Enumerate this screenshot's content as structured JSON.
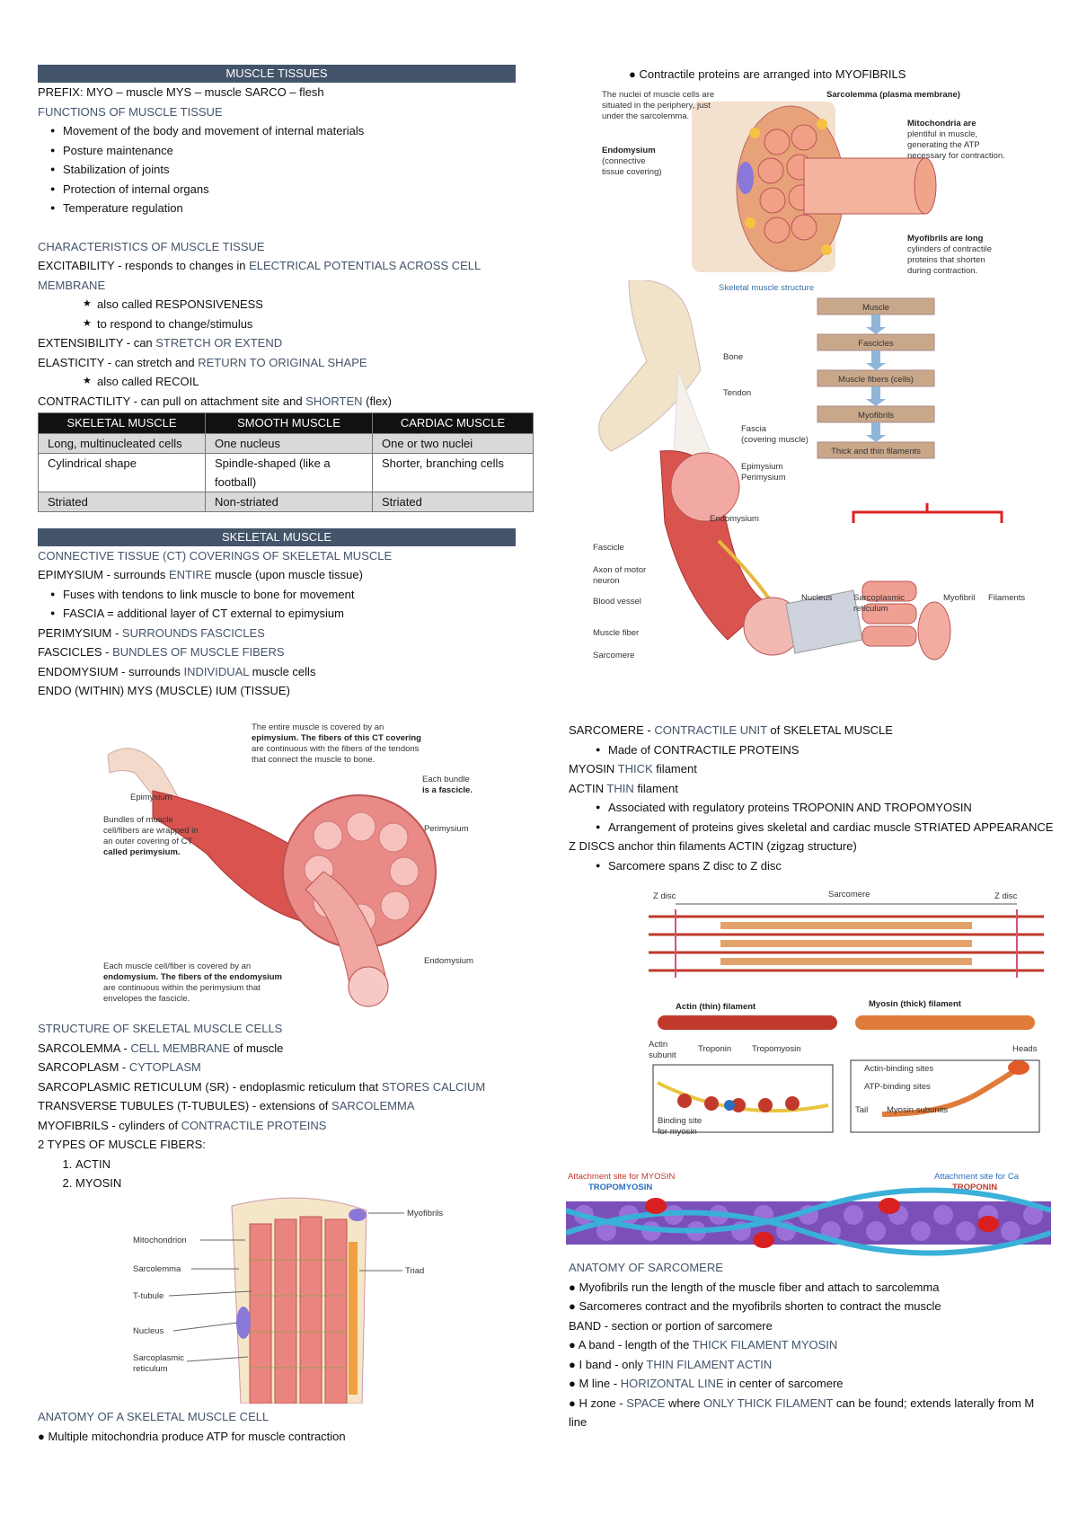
{
  "left": {
    "title": "MUSCLE TISSUES",
    "prefix_line": "PREFIX: MYO – muscle  MYS – muscle  SARCO – flesh",
    "functions_heading": "FUNCTIONS OF MUSCLE TISSUE",
    "functions": [
      "Movement of the body and movement of internal materials",
      "Posture maintenance",
      "Stabilization of joints",
      "Protection of internal organs",
      "Temperature regulation"
    ],
    "char_heading": "CHARACTERISTICS OF MUSCLE TISSUE",
    "excitability": {
      "term": "EXCITABILITY",
      "mid": " - responds to changes in ",
      "hl": "ELECTRICAL POTENTIALS ACROSS CELL MEMBRANE"
    },
    "excitability_notes": [
      "also called RESPONSIVENESS",
      "to respond to change/stimulus"
    ],
    "extensibility": {
      "term": "EXTENSIBILITY",
      "mid": " - can ",
      "hl": "STRETCH OR EXTEND"
    },
    "elasticity": {
      "term": "ELASTICITY",
      "mid": " - can stretch and ",
      "hl": "RETURN TO ORIGINAL SHAPE"
    },
    "elasticity_notes": [
      "also called RECOIL"
    ],
    "contractility": {
      "term": "CONTRACTILITY",
      "mid": " - can pull on attachment site and ",
      "hl": "SHORTEN",
      "tail": " (flex)"
    },
    "table": {
      "headers": [
        "SKELETAL MUSCLE",
        "SMOOTH MUSCLE",
        "CARDIAC MUSCLE"
      ],
      "rows": [
        [
          "Long, multinucleated cells",
          "One nucleus",
          "One or two nuclei"
        ],
        [
          "Cylindrical shape",
          "Spindle-shaped (like a football)",
          "Shorter, branching cells"
        ],
        [
          "Striated",
          "Non-striated",
          "Striated"
        ]
      ]
    },
    "skeletal_title": "SKELETAL MUSCLE",
    "ct_heading": "CONNECTIVE TISSUE (CT) COVERINGS OF SKELETAL MUSCLE",
    "epimysium": {
      "term": "EPIMYSIUM",
      "mid": " - surrounds ",
      "hl": "ENTIRE",
      "tail": " muscle (upon muscle tissue)"
    },
    "epimysium_notes": [
      "Fuses with tendons to link muscle to bone for movement",
      "FASCIA = additional layer of CT external to epimysium"
    ],
    "perimysium": {
      "term": "PERIMYSIUM",
      "mid": " - ",
      "hl": "SURROUNDS FASCICLES"
    },
    "fascicles": {
      "term": "FASCICLES",
      "mid": " - ",
      "hl": "BUNDLES OF MUSCLE FIBERS"
    },
    "endomysium": {
      "term": "ENDOMYSIUM",
      "mid": " - surrounds ",
      "hl": "INDIVIDUAL",
      "tail": " muscle cells"
    },
    "endo_line": "ENDO (WITHIN) MYS (MUSCLE) IUM (TISSUE)",
    "fig1": {
      "l1": "The entire muscle is covered by an",
      "l2": "epimysium. The fibers of this CT covering",
      "l3": "are continuous with the fibers of the tendons",
      "l4": "that connect the muscle to bone.",
      "epimysium": "Epimysium",
      "bundles1": "Bundles of muscle",
      "bundles2": "cell/fibers are wrapped in",
      "bundles3": "an outer covering of CT",
      "bundles4": "called perimysium.",
      "each1": "Each bundle",
      "each2": "is a fascicle.",
      "perimysium": "Perimysium",
      "endo1": "Each muscle cell/fiber is covered by an",
      "endo2": "endomysium. The fibers of the endomysium",
      "endo3": "are continuous within the perimysium that",
      "endo4": "envelopes the fascicle.",
      "endomysium": "Endomysium"
    },
    "structure_heading": "STRUCTURE OF SKELETAL MUSCLE CELLS",
    "sarcolemma": {
      "term": "SARCOLEMMA",
      "mid": " - ",
      "hl": "CELL MEMBRANE",
      "tail": " of muscle"
    },
    "sarcoplasm": {
      "term": "SARCOPLASM",
      "mid": " - ",
      "hl": "CYTOPLASM"
    },
    "sr": {
      "term": "SARCOPLASMIC RETICULUM (SR)",
      "mid": " - endoplasmic reticulum that ",
      "hl": "STORES CALCIUM"
    },
    "tt": {
      "term": "TRANSVERSE TUBULES (T-TUBULES)",
      "mid": " - extensions of ",
      "hl": "SARCOLEMMA"
    },
    "myo": {
      "term": "MYOFIBRILS",
      "mid": " - cylinders of ",
      "hl": "CONTRACTILE PROTEINS"
    },
    "types_heading": "2 TYPES OF MUSCLE FIBERS:",
    "types": [
      "ACTIN",
      "MYOSIN"
    ],
    "fig2": {
      "myofibrils": "Myofibrils",
      "mitochondrion": "Mitochondrion",
      "sarcolemma": "Sarcolemma",
      "triad": "Triad",
      "ttubule": "T-tubule",
      "nucleus": "Nucleus",
      "sr1": "Sarcoplasmic",
      "sr2": "reticulum"
    },
    "anatomy_cell_heading": "ANATOMY OF A SKELETAL MUSCLE CELL",
    "anatomy_cell_notes": [
      "Multiple mitochondria produce ATP for muscle contraction"
    ]
  },
  "right": {
    "top_note": "Contractile proteins are arranged into MYOFIBRILS",
    "fig3": {
      "nuclei1": "The nuclei of muscle cells are",
      "nuclei2": "situated in the periphery, just",
      "nuclei3": "under the sarcolemma.",
      "sarcolemma": "Sarcolemma (plasma membrane)",
      "mito1": "Mitochondria are",
      "mito2": "plentiful in muscle,",
      "mito3": "generating the ATP",
      "mito4": "necessary for contraction.",
      "endo1": "Endomysium",
      "endo2": "(connective",
      "endo3": "tissue covering)",
      "myo1": "Myofibrils are long",
      "myo2": "cylinders of contractile",
      "myo3": "proteins that shorten",
      "myo4": "during contraction.",
      "caption": "Skeletal muscle structure"
    },
    "fig4": {
      "bone": "Bone",
      "tendon": "Tendon",
      "fascia1": "Fascia",
      "fascia2": "(covering muscle)",
      "epimysium": "Epimysium",
      "perimysium": "Perimysium",
      "endomysium": "Endomysium",
      "fascicle": "Fascicle",
      "axon1": "Axon of motor",
      "axon2": "neuron",
      "blood": "Blood vessel",
      "fiber": "Muscle fiber",
      "sarcomere": "Sarcomere",
      "nucleus": "Nucleus",
      "sr1": "Sarcoplasmic",
      "sr2": "reticulum",
      "myofibril": "Myofibril",
      "filaments": "Filaments",
      "flow": [
        "Muscle",
        "Fascicles",
        "Muscle fibers (cells)",
        "Myofibrils",
        "Thick and thin filaments"
      ]
    },
    "sarcomere": {
      "term": "SARCOMERE",
      "mid": " - ",
      "hl": "CONTRACTILE UNIT",
      "tail": " of SKELETAL MUSCLE"
    },
    "sarcomere_notes": [
      "Made of CONTRACTILE PROTEINS"
    ],
    "myosin": {
      "term": "MYOSIN",
      "hl": " THICK",
      "tail": " filament"
    },
    "actin": {
      "term": "ACTIN",
      "hl": " THIN",
      "tail": " filament"
    },
    "actin_notes": [
      "Associated with regulatory proteins TROPONIN AND TROPOMYOSIN",
      "Arrangement of proteins gives skeletal and cardiac muscle STRIATED APPEARANCE"
    ],
    "zdisc": "Z DISCS anchor thin filaments ACTIN (zigzag structure)",
    "zdisc_notes": [
      "Sarcomere spans Z disc to Z disc"
    ],
    "fig5": {
      "zdisc_l": "Z disc",
      "sarcomere": "Sarcomere",
      "zdisc_r": "Z disc",
      "actin_f": "Actin (thin) filament",
      "myosin_f": "Myosin (thick) filament",
      "actin1": "Actin",
      "actin2": "subunit",
      "troponin": "Troponin",
      "tropomyosin": "Tropomyosin",
      "heads": "Heads",
      "abs": "Actin-binding sites",
      "atp": "ATP-binding sites",
      "tail": "Tail",
      "subunits": "Myosin subunits",
      "bind1": "Binding site",
      "bind2": "for myosin"
    },
    "fig6": {
      "attach_myosin": "Attachment site for MYOSIN",
      "attach_ca": "Attachment site for Ca",
      "tropomyosin": "TROPOMYOSIN",
      "troponin": "TROPONIN"
    },
    "anatomy_sarc_heading": "ANATOMY OF SARCOMERE",
    "anatomy_sarc_lines": [
      "Myofibrils run the length of the muscle fiber and attach to sarcolemma",
      "Sarcomeres contract and the myofibrils shorten to contract the muscle"
    ],
    "band_line": "BAND - section or portion of sarcomere",
    "aband": {
      "term": "A band",
      "mid": " - length of the ",
      "hl": "THICK FILAMENT MYOSIN"
    },
    "iband": {
      "term": "I band",
      "mid": " - only ",
      "hl": "THIN FILAMENT ACTIN"
    },
    "mline": {
      "term": "M line",
      "mid": " - ",
      "hl": "HORIZONTAL LINE",
      "tail": " in center of sarcomere"
    },
    "hzone": {
      "term": "H zone",
      "mid": " - ",
      "hl": "SPACE",
      "mid2": " where ",
      "hl2": "ONLY THICK FILAMENT",
      "tail": " can be found; extends laterally from M line"
    }
  },
  "colors": {
    "accent": "#44546a",
    "muscle": "#e07a70",
    "bone": "#f1e3c8"
  }
}
